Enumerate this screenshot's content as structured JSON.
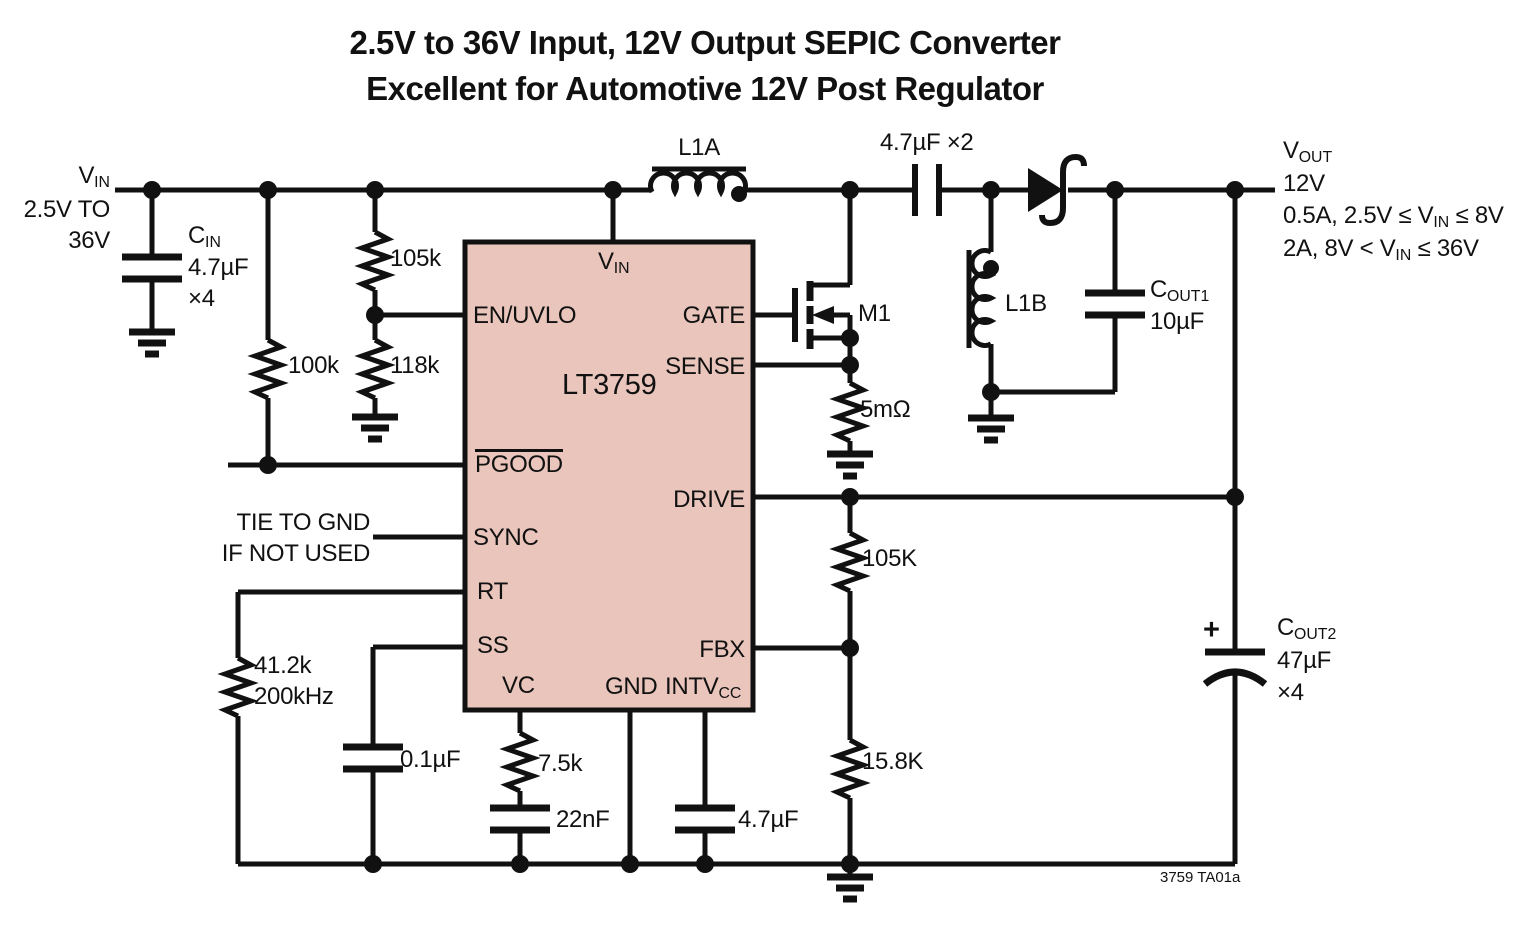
{
  "colors": {
    "line": "#111111",
    "ic_fill": "#e9c5bc",
    "background": "#ffffff"
  },
  "title": {
    "line1": "2.5V to 36V Input, 12V Output SEPIC Converter",
    "line2": "Excellent for Automotive 12V Post Regulator"
  },
  "ic": {
    "part_number": "LT3759",
    "pins": {
      "vin": {
        "main": "V",
        "sub": "IN"
      },
      "en_uvlo": "EN/UVLO",
      "pgood": "PGOOD",
      "sync": "SYNC",
      "rt": "RT",
      "ss": "SS",
      "vc": "VC",
      "gnd": "GND",
      "intvcc": {
        "main": "INTV",
        "sub": "CC"
      },
      "gate": "GATE",
      "sense": "SENSE",
      "drive": "DRIVE",
      "fbx": "FBX"
    }
  },
  "input": {
    "rail": {
      "main": "V",
      "sub": "IN"
    },
    "range_line1": "2.5V TO",
    "range_line2": "36V"
  },
  "output": {
    "rail": {
      "main": "V",
      "sub": "OUT"
    },
    "voltage": "12V",
    "spec1": {
      "pre": "0.5A, 2.5V ≤ V",
      "sub": "IN",
      "post": " ≤ 8V"
    },
    "spec2": {
      "pre": "2A, 8V < V",
      "sub": "IN",
      "post": " ≤ 36V"
    }
  },
  "components": {
    "cin": {
      "name": {
        "main": "C",
        "sub": "IN"
      },
      "value": "4.7µF",
      "multiplier": "×4"
    },
    "r_pullup": "100k",
    "r_uvlo_top": "105k",
    "r_uvlo_bottom": "118k",
    "l1a": "L1A",
    "coupling_cap": "4.7µF ×2",
    "l1b": "L1B",
    "mosfet": "M1",
    "r_sense": "5mΩ",
    "cout1": {
      "name": {
        "main": "C",
        "sub": "OUT1"
      },
      "value": "10µF"
    },
    "r_fb_top": "105K",
    "r_fb_bottom": "15.8K",
    "cout2": {
      "plus": "+",
      "name": {
        "main": "C",
        "sub": "OUT2"
      },
      "value": "47µF",
      "multiplier": "×4"
    },
    "r_rt": {
      "value": "41.2k",
      "freq": "200kHz"
    },
    "c_ss": "0.1µF",
    "r_vc": "7.5k",
    "c_vc": "22nF",
    "c_intvcc": "4.7µF",
    "sync_note": {
      "line1": "TIE TO GND",
      "line2": "IF NOT USED"
    }
  },
  "footer": "3759 TA01a"
}
